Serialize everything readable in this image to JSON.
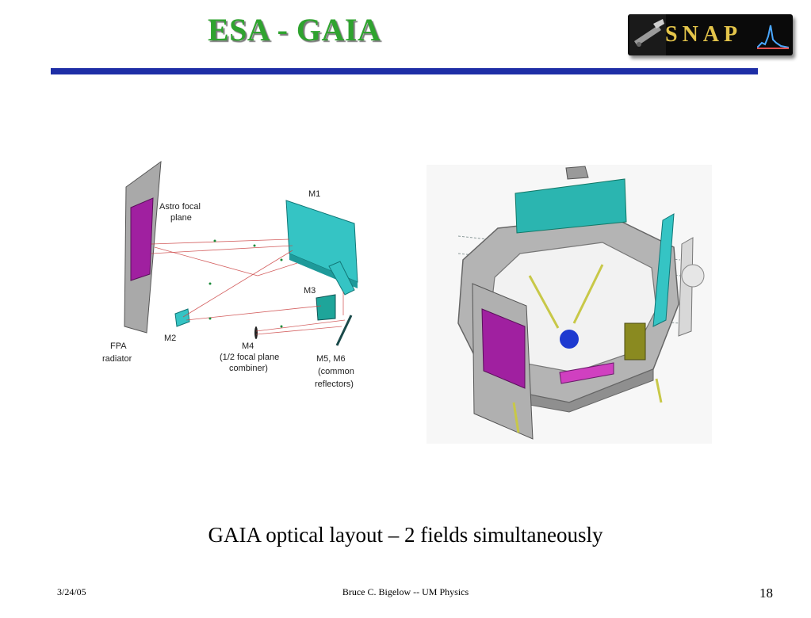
{
  "slide": {
    "title": "ESA - GAIA",
    "caption": "GAIA optical layout – 2 fields simultaneously"
  },
  "logo": {
    "text": "SNAP",
    "icon": "telescope-icon"
  },
  "diagram_labels": {
    "m1": "M1",
    "astro_focal_1": "Astro focal",
    "astro_focal_2": "plane",
    "m3": "M3",
    "m2": "M2",
    "fpa_1": "FPA",
    "fpa_2": "radiator",
    "m4_1": "M4",
    "m4_2": "(1/2 focal plane",
    "m4_3": "combiner)",
    "m5_1": "M5, M6",
    "m5_2": "(common",
    "m5_3": "reflectors)"
  },
  "footer": {
    "date": "3/24/05",
    "author": "Bruce C. Bigelow -- UM Physics",
    "page": "18"
  },
  "colors": {
    "title": "#2fa32f",
    "rule": "#1e2ea6",
    "mirror": "#35c4c4",
    "focal_plane": "#a020a0",
    "structure": "#a9a9a9"
  }
}
